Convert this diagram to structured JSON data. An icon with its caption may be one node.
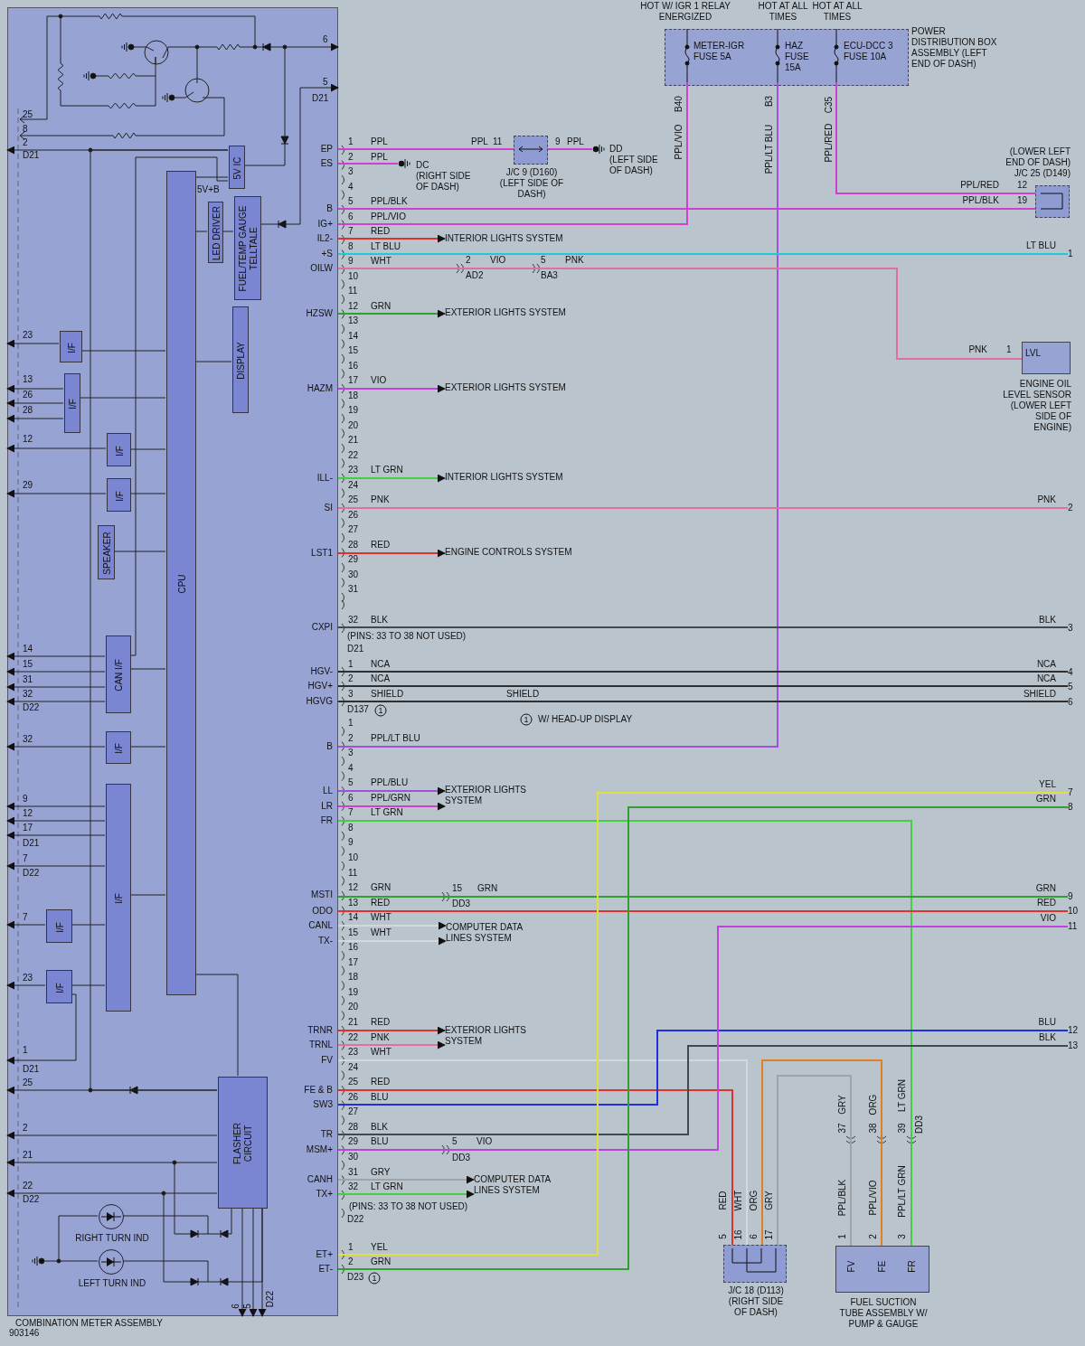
{
  "diagram": {
    "nodes": [
      {
        "text": [
          "COMBINATION METER ASSEMBLY"
        ]
      },
      {
        "text": [
          "5V IC"
        ],
        "in": 0
      },
      {
        "text": [
          "LED DRIVER"
        ],
        "in": 0
      },
      {
        "text": [
          "FUEL/TEMP GAUGE TELLTALE"
        ],
        "in": 0
      },
      {
        "text": [
          "DISPLAY"
        ],
        "in": 0
      },
      {
        "text": [
          "CPU"
        ],
        "in": 0
      },
      {
        "text": [
          "I/F"
        ],
        "in": 0
      },
      {
        "text": [
          "I/F"
        ],
        "in": 0
      },
      {
        "text": [
          "I/F"
        ],
        "in": 0
      },
      {
        "text": [
          "I/F"
        ],
        "in": 0
      },
      {
        "text": [
          "SPEAKER"
        ],
        "in": 0
      },
      {
        "text": [
          "CAN I/F"
        ],
        "in": 0
      },
      {
        "text": [
          "I/F"
        ],
        "in": 0
      },
      {
        "text": [
          "I/F"
        ],
        "in": 0
      },
      {
        "text": [
          "I/F"
        ],
        "in": 0
      },
      {
        "text": [
          "I/F"
        ],
        "in": 0
      },
      {
        "text": [
          "FLASHER CIRCUIT"
        ],
        "in": 0
      },
      {
        "text": [],
        "shape": "circle",
        "in": 0,
        "beside": [
          "RIGHT TURN IND"
        ]
      },
      {
        "text": [],
        "shape": "circle",
        "in": 0,
        "beside": [
          "LEFT TURN IND"
        ]
      },
      {
        "text": [
          "POWER DISTRIBUTION BOX ASSEMBLY (LEFT END OF DASH)"
        ]
      },
      {
        "text": [
          "METER-IGR FUSE 5A"
        ],
        "in": 19,
        "beside": [
          "HOT W/ IGR 1 RELAY ENERGIZED"
        ]
      },
      {
        "text": [
          "HAZ FUSE 15A"
        ],
        "in": 19,
        "beside": [
          "HOT AT ALL TIMES"
        ]
      },
      {
        "text": [
          "ECU-DCC 3 FUSE 10A"
        ],
        "in": 19,
        "beside": [
          "HOT AT ALL TIMES"
        ]
      },
      {
        "text": [
          "J/C 9 (D160) (LEFT SIDE OF DASH)"
        ]
      },
      {
        "text": [],
        "shape": "ground",
        "beside": [
          "DC",
          "(RIGHT SIDE OF DASH)"
        ]
      },
      {
        "text": [],
        "shape": "ground",
        "beside": [
          "DD",
          "(LEFT SIDE OF DASH)"
        ]
      },
      {
        "text": [
          "(LOWER LEFT END OF DASH) J/C 25 (D149)"
        ]
      },
      {
        "text": [
          "LVL",
          "ENGINE OIL LEVEL SENSOR (LOWER LEFT SIDE OF ENGINE)"
        ]
      },
      {
        "text": [
          "J/C 18 (D113) (RIGHT SIDE OF DASH)"
        ]
      },
      {
        "text": [
          "FV",
          "FE",
          "FR",
          "FUEL SUCTION TUBE ASSEMBLY W/ PUMP & GAUGE"
        ]
      },
      {
        "text": [
          "INTERIOR LIGHTS SYSTEM"
        ]
      },
      {
        "text": [
          "EXTERIOR LIGHTS SYSTEM"
        ]
      },
      {
        "text": [
          "EXTERIOR LIGHTS SYSTEM"
        ]
      },
      {
        "text": [
          "INTERIOR LIGHTS SYSTEM"
        ]
      },
      {
        "text": [
          "ENGINE CONTROLS SYSTEM"
        ]
      },
      {
        "text": [
          "EXTERIOR LIGHTS SYSTEM"
        ]
      },
      {
        "text": [
          "COMPUTER DATA LINES SYSTEM"
        ]
      },
      {
        "text": [
          "EXTERIOR LIGHTS SYSTEM"
        ]
      },
      {
        "text": [
          "COMPUTER DATA LINES SYSTEM"
        ]
      },
      {
        "text": [
          "1"
        ]
      },
      {
        "text": [
          "2"
        ]
      },
      {
        "text": [
          "3"
        ]
      },
      {
        "text": [
          "4"
        ]
      },
      {
        "text": [
          "5"
        ]
      },
      {
        "text": [
          "6"
        ]
      },
      {
        "text": [
          "7"
        ]
      },
      {
        "text": [
          "8"
        ]
      },
      {
        "text": [
          "9"
        ]
      },
      {
        "text": [
          "10"
        ]
      },
      {
        "text": [
          "11"
        ]
      },
      {
        "text": [
          "12"
        ]
      },
      {
        "text": [
          "13"
        ]
      }
    ],
    "edges": [
      {
        "from": 0,
        "to": 23,
        "arrow": "none",
        "color": "#d040d0"
      },
      {
        "from": 23,
        "to": 25,
        "arrow": "none",
        "color": "#d040d0"
      },
      {
        "from": 0,
        "to": 24,
        "arrow": "none",
        "color": "#d040d0"
      },
      {
        "from": 0,
        "to": 26,
        "arrow": "none",
        "color": "#d040d0"
      },
      {
        "from": 20,
        "to": 0,
        "arrow": "none",
        "color": "#d040d0"
      },
      {
        "from": 21,
        "to": 0,
        "arrow": "none",
        "color": "#a050e0"
      },
      {
        "from": 22,
        "to": 26,
        "arrow": "none",
        "color": "#d040d0"
      },
      {
        "from": 0,
        "to": 30,
        "arrow": "to",
        "color": "#e03030"
      },
      {
        "from": 0,
        "to": 39,
        "arrow": "none",
        "color": "#20c8d8"
      },
      {
        "from": 0,
        "to": 27,
        "arrow": "none",
        "color": "#e070a0"
      },
      {
        "from": 0,
        "to": 31,
        "arrow": "to",
        "color": "#30a030"
      },
      {
        "from": 0,
        "to": 32,
        "arrow": "to",
        "color": "#c040e0"
      },
      {
        "from": 0,
        "to": 33,
        "arrow": "to",
        "color": "#40d040"
      },
      {
        "from": 0,
        "to": 40,
        "arrow": "none",
        "color": "#e070a0"
      },
      {
        "from": 0,
        "to": 34,
        "arrow": "to",
        "color": "#e03030"
      },
      {
        "from": 0,
        "to": 41,
        "arrow": "none",
        "color": "#404850"
      },
      {
        "from": 0,
        "to": 42,
        "arrow": "none",
        "color": "#303030"
      },
      {
        "from": 0,
        "to": 43,
        "arrow": "none",
        "color": "#303030"
      },
      {
        "from": 0,
        "to": 44,
        "arrow": "none",
        "color": "#303030"
      },
      {
        "from": 0,
        "to": 35,
        "arrow": "to",
        "color": "#a050e0"
      },
      {
        "from": 0,
        "to": 35,
        "arrow": "to",
        "color": "#d040d0"
      },
      {
        "from": 0,
        "to": 29,
        "arrow": "none",
        "color": "#40d040"
      },
      {
        "from": 0,
        "to": 47,
        "arrow": "none",
        "color": "#30a030"
      },
      {
        "from": 0,
        "to": 48,
        "arrow": "none",
        "color": "#e03030"
      },
      {
        "from": 0,
        "to": 36,
        "arrow": "to",
        "color": "#d4d8dc"
      },
      {
        "from": 0,
        "to": 36,
        "arrow": "to",
        "color": "#d4d8dc"
      },
      {
        "from": 0,
        "to": 37,
        "arrow": "to",
        "color": "#e03030"
      },
      {
        "from": 0,
        "to": 37,
        "arrow": "to",
        "color": "#e070a0"
      },
      {
        "from": 0,
        "to": 28,
        "arrow": "none",
        "color": "#d4d8dc"
      },
      {
        "from": 0,
        "to": 28,
        "arrow": "none",
        "color": "#e03030"
      },
      {
        "from": 0,
        "to": 50,
        "arrow": "none",
        "color": "#2030e0"
      },
      {
        "from": 0,
        "to": 51,
        "arrow": "none",
        "color": "#404850"
      },
      {
        "from": 0,
        "to": 49,
        "arrow": "none",
        "color": "#c040e0"
      },
      {
        "from": 0,
        "to": 38,
        "arrow": "to",
        "color": "#a0a4a8"
      },
      {
        "from": 0,
        "to": 38,
        "arrow": "to",
        "color": "#40d040"
      },
      {
        "from": 0,
        "to": 45,
        "arrow": "none",
        "color": "#e0e040"
      },
      {
        "from": 0,
        "to": 46,
        "arrow": "none",
        "color": "#30a030"
      },
      {
        "from": 28,
        "to": 29,
        "arrow": "none",
        "color": "#e08020"
      },
      {
        "from": 28,
        "to": 29,
        "arrow": "none",
        "color": "#a0a4a8"
      },
      {
        "from": 1,
        "to": 5,
        "arrow": "none"
      },
      {
        "from": 2,
        "to": 5,
        "arrow": "none"
      },
      {
        "from": 3,
        "to": 2,
        "arrow": "none"
      },
      {
        "from": 4,
        "to": 5,
        "arrow": "none"
      },
      {
        "from": 6,
        "to": 5,
        "arrow": "none"
      },
      {
        "from": 7,
        "to": 5,
        "arrow": "none"
      },
      {
        "from": 8,
        "to": 5,
        "arrow": "none"
      },
      {
        "from": 9,
        "to": 5,
        "arrow": "none"
      },
      {
        "from": 10,
        "to": 5,
        "arrow": "none"
      },
      {
        "from": 11,
        "to": 5,
        "arrow": "none"
      },
      {
        "from": 12,
        "to": 5,
        "arrow": "none"
      },
      {
        "from": 13,
        "to": 5,
        "arrow": "none"
      },
      {
        "from": 14,
        "to": 13,
        "arrow": "none"
      },
      {
        "from": 15,
        "to": 13,
        "arrow": "none"
      },
      {
        "from": 5,
        "to": 16,
        "arrow": "none"
      },
      {
        "from": 6,
        "to": 0,
        "arrow": "to"
      },
      {
        "from": 7,
        "to": 0,
        "arrow": "to"
      },
      {
        "from": 7,
        "to": 0,
        "arrow": "to"
      },
      {
        "from": 7,
        "to": 0,
        "arrow": "to"
      },
      {
        "from": 8,
        "to": 0,
        "arrow": "to"
      },
      {
        "from": 9,
        "to": 0,
        "arrow": "to"
      },
      {
        "from": 11,
        "to": 0,
        "arrow": "to"
      },
      {
        "from": 11,
        "to": 0,
        "arrow": "to"
      },
      {
        "from": 11,
        "to": 0,
        "arrow": "to"
      },
      {
        "from": 11,
        "to": 0,
        "arrow": "to"
      },
      {
        "from": 12,
        "to": 0,
        "arrow": "to"
      },
      {
        "from": 13,
        "to": 0,
        "arrow": "to"
      },
      {
        "from": 13,
        "to": 0,
        "arrow": "to"
      },
      {
        "from": 13,
        "to": 0,
        "arrow": "to"
      },
      {
        "from": 13,
        "to": 0,
        "arrow": "to"
      },
      {
        "from": 14,
        "to": 0,
        "arrow": "to"
      },
      {
        "from": 15,
        "to": 0,
        "arrow": "to"
      },
      {
        "from": 16,
        "to": 0,
        "arrow": "to"
      },
      {
        "from": 16,
        "to": 0,
        "arrow": "to"
      },
      {
        "from": 16,
        "to": 0,
        "arrow": "to"
      },
      {
        "from": 16,
        "to": 0,
        "arrow": "to"
      },
      {
        "from": 17,
        "to": 16,
        "arrow": "none"
      },
      {
        "from": 18,
        "to": 16,
        "arrow": "none"
      },
      {
        "from": 15,
        "to": 0,
        "arrow": "to"
      },
      {
        "from": 1,
        "to": 0,
        "arrow": "to"
      },
      {
        "from": 1,
        "to": 16,
        "arrow": "none"
      },
      {
        "from": 1,
        "to": 11,
        "arrow": "none"
      },
      {
        "from": 1,
        "to": 0,
        "arrow": "to"
      },
      {
        "from": 3,
        "to": 0,
        "arrow": "to"
      },
      {
        "from": 17,
        "to": 18,
        "arrow": "none"
      },
      {
        "from": 16,
        "to": 0,
        "arrow": "to"
      },
      {
        "from": 16,
        "to": 0,
        "arrow": "to"
      },
      {
        "from": 16,
        "to": 0,
        "arrow": "to"
      }
    ],
    "labels": [
      "25",
      "8",
      "2",
      "D21",
      "6",
      "5",
      "D21",
      "5V+B",
      "23",
      "13",
      "26",
      "28",
      "12",
      "29",
      "14",
      "15",
      "31",
      "32",
      "D22",
      "32",
      "9",
      "12",
      "17",
      "D21",
      "7",
      "D22",
      "7",
      "23",
      "1",
      "D21",
      "25",
      "2",
      "21",
      "22",
      "D22",
      "6",
      "5",
      "D22",
      "903146",
      "EP",
      "ES",
      "B",
      "IG+",
      "IL2-",
      "+S",
      "OILW",
      "HZSW",
      "HAZM",
      "ILL-",
      "SI",
      "LST1",
      "CXPI",
      "HGV-",
      "HGV+",
      "HGVG",
      "B",
      "LL",
      "LR",
      "FR",
      "MSTI",
      "ODO",
      "CANL",
      "TX-",
      "TRNR",
      "TRNL",
      "FV",
      "FE & B",
      "SW3",
      "TR",
      "MSM+",
      "CANH",
      "TX+",
      "ET+",
      "ET-",
      "1",
      "2",
      "3",
      "4",
      "5",
      "6",
      "7",
      "8",
      "9",
      "10",
      "11",
      "12",
      "13",
      "14",
      "15",
      "16",
      "17",
      "18",
      "19",
      "20",
      "21",
      "22",
      "23",
      "24",
      "25",
      "26",
      "27",
      "28",
      "29",
      "30",
      "31",
      "32",
      "(PINS: 33 TO 38 NOT USED)",
      "D21",
      "1",
      "2",
      "3",
      "D137",
      "1",
      "1",
      "2",
      "3",
      "4",
      "5",
      "6",
      "7",
      "8",
      "9",
      "10",
      "11",
      "12",
      "13",
      "14",
      "15",
      "16",
      "17",
      "18",
      "19",
      "20",
      "21",
      "22",
      "23",
      "24",
      "25",
      "26",
      "27",
      "28",
      "29",
      "30",
      "31",
      "32",
      "(PINS: 33 TO 38 NOT USED)",
      "D22",
      "1",
      "2",
      "D23",
      "1",
      "PPL",
      "PPL",
      "PPL/BLK",
      "PPL/VIO",
      "RED",
      "LT BLU",
      "WHT",
      "GRN",
      "VIO",
      "LT GRN",
      "PNK",
      "RED",
      "BLK",
      "NCA",
      "NCA",
      "SHIELD",
      "PPL/LT BLU",
      "PPL/BLU",
      "PPL/GRN",
      "LT GRN",
      "GRN",
      "RED",
      "WHT",
      "WHT",
      "RED",
      "PNK",
      "WHT",
      "RED",
      "BLU",
      "BLK",
      "BLU",
      "GRY",
      "LT GRN",
      "YEL",
      "GRN",
      "PPL",
      "11",
      "9",
      "PPL",
      "2",
      "VIO",
      "5",
      "PNK",
      "AD2",
      "BA3",
      "SHIELD",
      "1",
      "W/ HEAD-UP DISPLAY",
      "15",
      "GRN",
      "DD3",
      "5",
      "VIO",
      "DD3",
      "B40",
      "PPL/VIO",
      "B3",
      "PPL/LT BLU",
      "C35",
      "PPL/RED",
      "PPL/RED",
      "12",
      "PPL/BLK",
      "19",
      "PNK",
      "1",
      "LT BLU",
      "PNK",
      "BLK",
      "NCA",
      "NCA",
      "SHIELD",
      "YEL",
      "GRN",
      "GRN",
      "RED",
      "VIO",
      "BLU",
      "BLK",
      "GRY",
      "37",
      "ORG",
      "38",
      "LT GRN",
      "39",
      "DD3",
      "RED",
      "WHT",
      "ORG",
      "GRY",
      "5",
      "16",
      "6",
      "17",
      "PPL/BLK",
      "PPL/VIO",
      "PPL/LT GRN",
      "1",
      "2",
      "3"
    ]
  }
}
